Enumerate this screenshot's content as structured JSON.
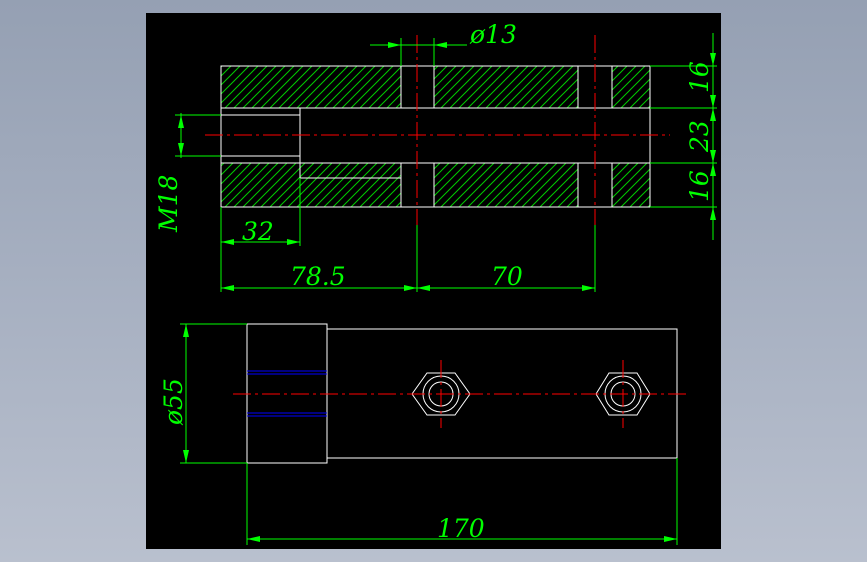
{
  "drawing": {
    "dimensions": {
      "dia_13": "ø13",
      "thk_16_top": "16",
      "hole_23": "23",
      "thk_16_bottom": "16",
      "thread_m18": "M18",
      "depth_32": "32",
      "dist_78_5": "78.5",
      "dist_70": "70",
      "dia_55": "ø55",
      "length_170": "170"
    },
    "colors": {
      "background": "#000000",
      "outline": "#ffffff",
      "hatch": "#00cc00",
      "dimension": "#00ff00",
      "centerline": "#ff0000",
      "flat_lines": "#0000ff"
    }
  }
}
